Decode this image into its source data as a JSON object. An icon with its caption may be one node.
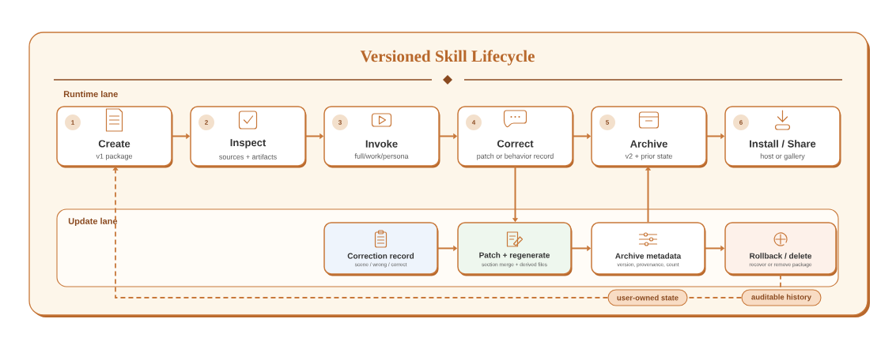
{
  "diagram": {
    "title": "Versioned Skill Lifecycle",
    "nodes": [
      {
        "text": [
          "1",
          "Create",
          "v1 package"
        ]
      },
      {
        "text": [
          "2",
          "Inspect",
          "sources + artifacts"
        ]
      },
      {
        "text": [
          "3",
          "Invoke",
          "full/work/persona"
        ]
      },
      {
        "text": [
          "4",
          "Correct",
          "patch or behavior record"
        ]
      },
      {
        "text": [
          "5",
          "Archive",
          "v2 + prior state"
        ]
      },
      {
        "text": [
          "6",
          "Install / Share",
          "host or gallery"
        ]
      },
      {
        "text": [
          "Update lane"
        ]
      },
      {
        "text": [
          "Correction record",
          "scene / wrong / correct"
        ],
        "in": 6
      },
      {
        "text": [
          "Patch + regenerate",
          "section merge + derived files"
        ],
        "in": 6
      },
      {
        "text": [
          "Archive metadata",
          "version, provenance, count"
        ],
        "in": 6
      },
      {
        "text": [
          "Rollback / delete",
          "recover or remove package"
        ],
        "in": 6
      },
      {
        "text": [
          "user-owned state"
        ]
      },
      {
        "text": [
          "auditable history"
        ]
      }
    ],
    "edges": [
      {
        "from": 0,
        "to": 1,
        "arrow": "to"
      },
      {
        "from": 1,
        "to": 2,
        "arrow": "to"
      },
      {
        "from": 2,
        "to": 3,
        "arrow": "to"
      },
      {
        "from": 3,
        "to": 4,
        "arrow": "to"
      },
      {
        "from": 4,
        "to": 5,
        "arrow": "to"
      },
      {
        "from": 3,
        "to": 8,
        "arrow": "to"
      },
      {
        "from": 9,
        "to": 4,
        "arrow": "to"
      },
      {
        "from": 7,
        "to": 8,
        "arrow": "to"
      },
      {
        "from": 8,
        "to": 9,
        "arrow": "to"
      },
      {
        "from": 9,
        "to": 10,
        "arrow": "to"
      },
      {
        "from": 10,
        "to": 12,
        "arrow": "none",
        "style": "dashed"
      },
      {
        "from": 12,
        "to": 11,
        "arrow": "none",
        "style": "dashed"
      },
      {
        "from": 11,
        "to": 0,
        "arrow": "to",
        "style": "dashed"
      }
    ],
    "labels": [
      "Runtime lane"
    ]
  }
}
